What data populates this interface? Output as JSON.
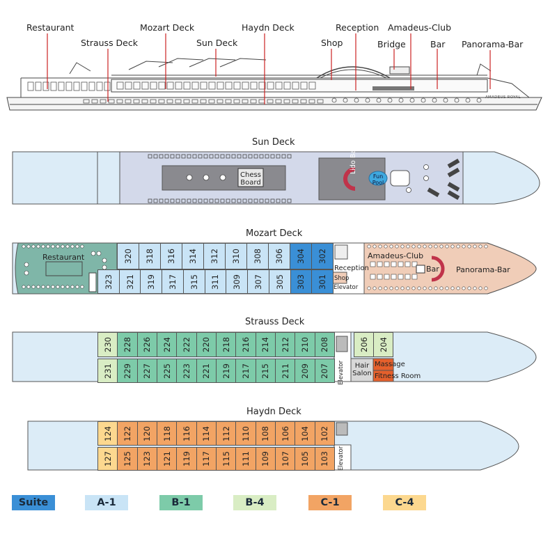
{
  "profile_labels": {
    "restaurant": "Restaurant",
    "strauss": "Strauss Deck",
    "mozart": "Mozart Deck",
    "sun": "Sun Deck",
    "haydn": "Haydn Deck",
    "shop": "Shop",
    "reception": "Reception",
    "bridge": "Bridge",
    "amadeus_club": "Amadeus-Club",
    "bar": "Bar",
    "panorama_bar": "Panorama-Bar",
    "ship_name": "AMADEUS ROYAL"
  },
  "deck_titles": {
    "sun": "Sun Deck",
    "mozart": "Mozart Deck",
    "strauss": "Strauss Deck",
    "haydn": "Haydn Deck"
  },
  "sun_deck": {
    "chess_line1": "Chess",
    "chess_line2": "Board",
    "lido_bar": "Lido Bar",
    "fun_line1": "Fun",
    "fun_line2": "Pool"
  },
  "mozart_deck": {
    "restaurant": "Restaurant",
    "reception": "Reception",
    "shop": "Shop",
    "elevator": "Elevator",
    "amadeus_club": "Amadeus-Club",
    "bar": "Bar",
    "panorama_bar": "Panorama-Bar",
    "cabins_top": [
      "320",
      "318",
      "316",
      "314",
      "312",
      "310",
      "308",
      "306",
      "304",
      "302"
    ],
    "cabins_bottom": [
      "323",
      "321",
      "319",
      "317",
      "315",
      "311",
      "309",
      "307",
      "305",
      "303",
      "301"
    ]
  },
  "strauss_deck": {
    "elevator": "Elevator",
    "hair_line1": "Hair",
    "hair_line2": "Salon",
    "massage": "Massage",
    "fitness": "Fitness Room",
    "cabins_top": [
      "230",
      "228",
      "226",
      "224",
      "222",
      "220",
      "218",
      "216",
      "214",
      "212",
      "210",
      "208"
    ],
    "cabins_bottom": [
      "231",
      "229",
      "227",
      "225",
      "223",
      "221",
      "219",
      "217",
      "215",
      "211",
      "209",
      "207"
    ],
    "cabins_extra": [
      "206",
      "204"
    ]
  },
  "haydn_deck": {
    "elevator": "Elevator",
    "cabins_top": [
      "124",
      "122",
      "120",
      "118",
      "116",
      "114",
      "112",
      "110",
      "108",
      "106",
      "104",
      "102"
    ],
    "cabins_bottom": [
      "127",
      "125",
      "123",
      "121",
      "119",
      "117",
      "115",
      "111",
      "109",
      "107",
      "105",
      "103"
    ]
  },
  "legend": [
    {
      "label": "Suite",
      "color": "#3a8fd6"
    },
    {
      "label": "A-1",
      "color": "#c9e4f6"
    },
    {
      "label": "B-1",
      "color": "#7dcba9"
    },
    {
      "label": "B-4",
      "color": "#d9edc4"
    },
    {
      "label": "C-1",
      "color": "#f2a464"
    },
    {
      "label": "C-4",
      "color": "#fcd88f"
    }
  ],
  "colors": {
    "hull": "#dcecf7",
    "leader_line": "#cc2222",
    "suite": "#3a8fd6",
    "a1": "#c9e4f6",
    "b1": "#7dcba9",
    "b4": "#d9edc4",
    "c1": "#f2a464",
    "c4": "#fcd88f",
    "restaurant": "#7fb6a8",
    "lounge": "#f0cdb8",
    "sun_deck": "#d3d9ea",
    "massage": "#e5602c",
    "fun_pool": "#3fa9e0"
  }
}
